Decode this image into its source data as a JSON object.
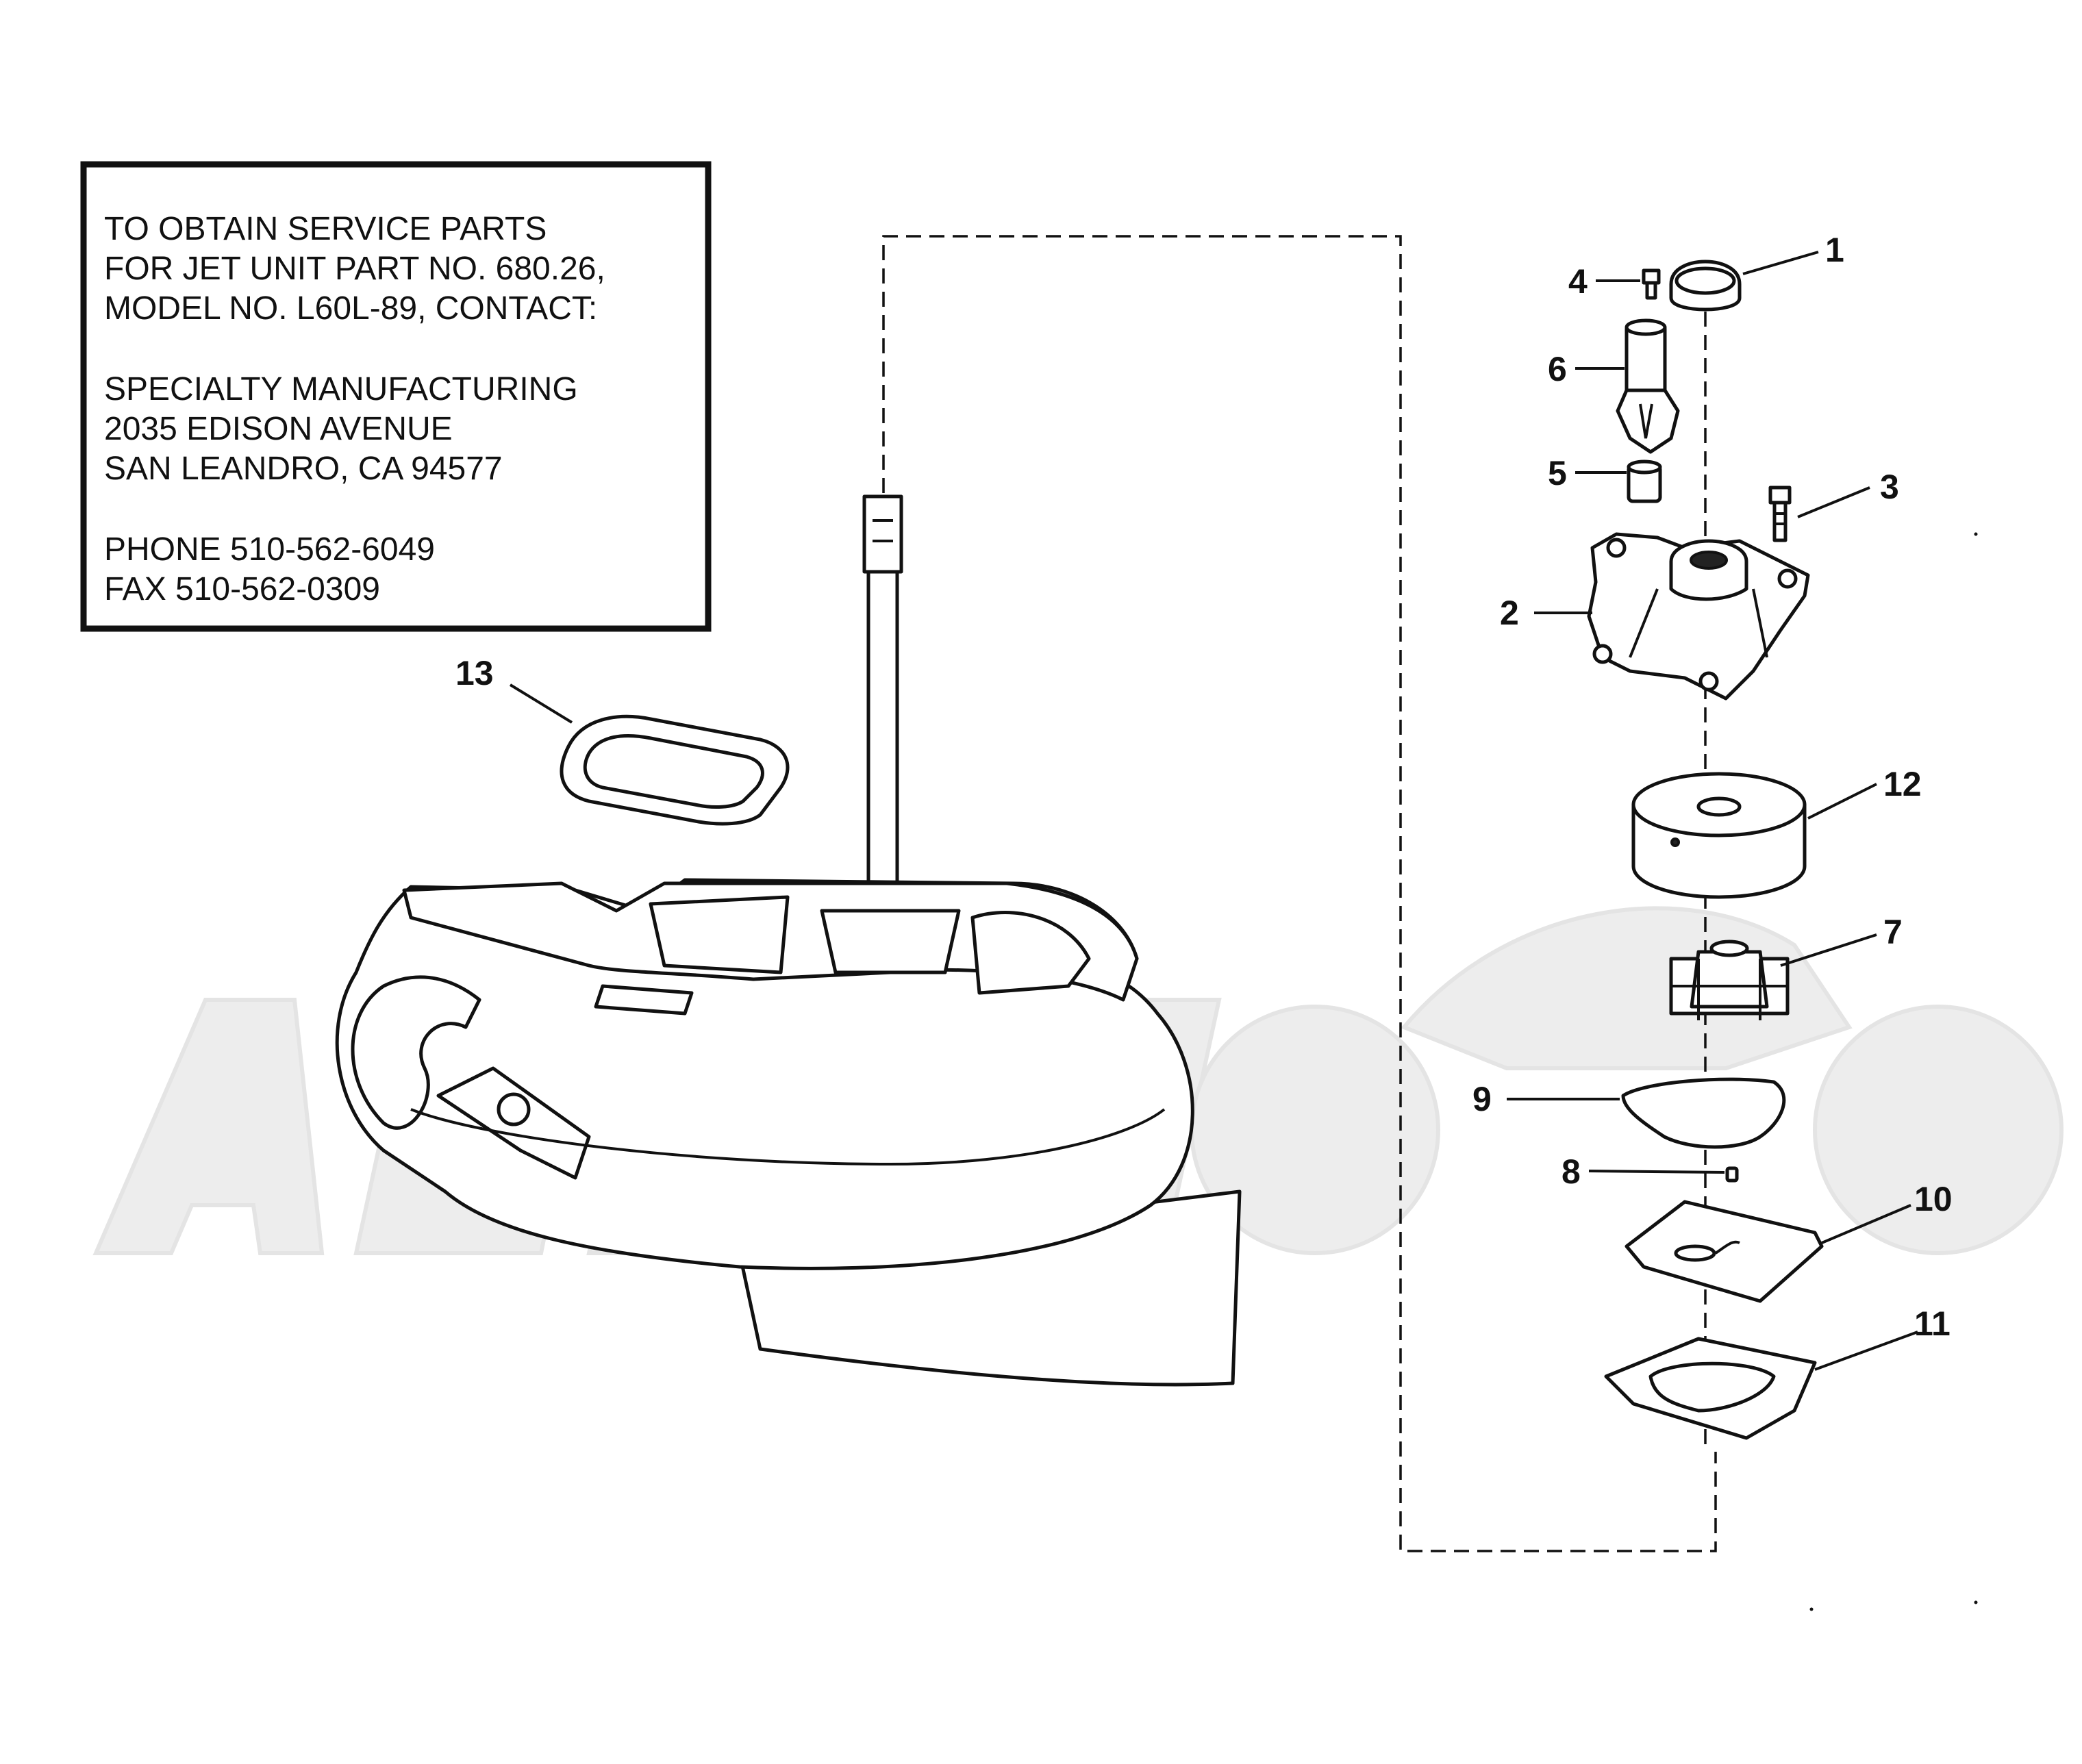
{
  "notice": {
    "lines": [
      "TO OBTAIN SERVICE PARTS",
      "FOR JET UNIT PART NO. 680.26,",
      "MODEL NO. L60L-89, CONTACT:",
      "SPECIALTY MANUFACTURING",
      "2035 EDISON AVENUE",
      "SAN LEANDRO, CA 94577",
      "PHONE 510-562-6049",
      "FAX      510-562-0309"
    ]
  },
  "callouts": {
    "c1": "1",
    "c2": "2",
    "c3": "3",
    "c4": "4",
    "c5": "5",
    "c6": "6",
    "c7": "7",
    "c8": "8",
    "c9": "9",
    "c10": "10",
    "c11": "11",
    "c12": "12",
    "c13": "13"
  },
  "watermark": {
    "text": "ActiMoto"
  },
  "colors": {
    "line": "#111111",
    "background": "#ffffff",
    "watermark": "#ececec"
  }
}
